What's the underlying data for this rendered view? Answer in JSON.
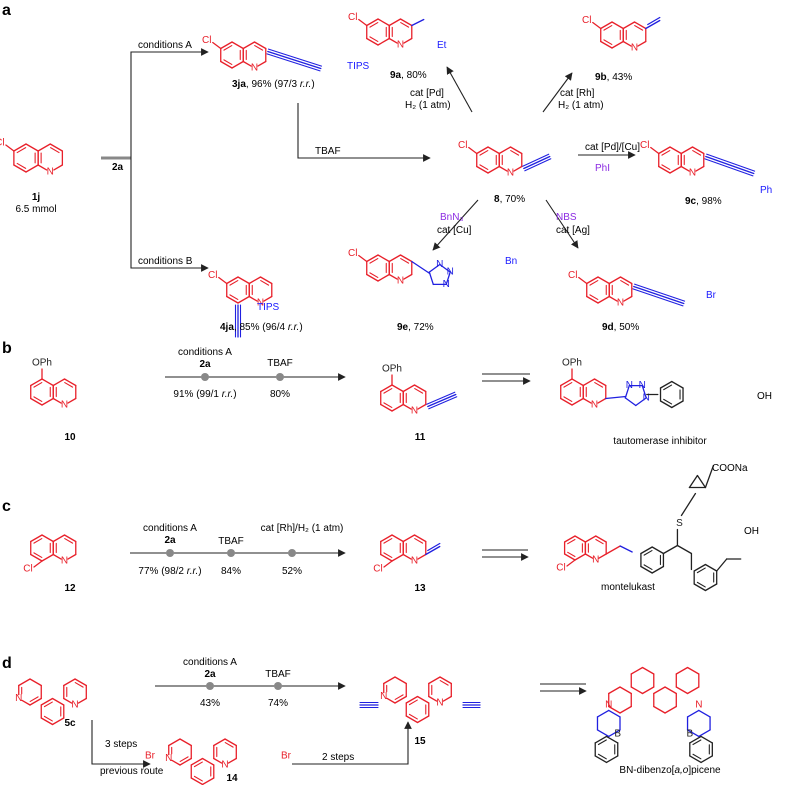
{
  "panels": {
    "a": "a",
    "b": "b",
    "c": "c",
    "d": "d"
  },
  "atoms": {
    "cl": "Cl",
    "n": "N",
    "o": "O",
    "s": "S",
    "b": "B",
    "br": "Br"
  },
  "panel_a": {
    "start_id": "1j",
    "start_amount": "6.5 mmol",
    "reagent_main": "2a",
    "cond_A": "conditions A",
    "cond_B": "conditions B",
    "tbaf": "TBAF",
    "tips": "TIPS",
    "p3ja_id": "3ja",
    "p3ja_rest": ", 96% (97/3 ",
    "rr": "r.r.",
    "close": ")",
    "p4ja_id": "4ja",
    "p4ja_rest": ", 85% (96/4 ",
    "p8_id": "8",
    "p8_rest": ", 70%",
    "p9a_id": "9a",
    "p9a_rest": ", 80%",
    "p9a_sub": "Et",
    "p9a_cat": "cat [Pd]",
    "p9a_h2": "H₂ (1 atm)",
    "p9b_id": "9b",
    "p9b_rest": ", 43%",
    "p9b_cat": "cat [Rh]",
    "p9b_h2": "H₂ (1 atm)",
    "p9c_id": "9c",
    "p9c_rest": ", 98%",
    "p9c_cat": "cat [Pd]/[Cu]",
    "p9c_reagent": "PhI",
    "p9c_sub": "Ph",
    "p9d_id": "9d",
    "p9d_rest": ", 50%",
    "p9d_reagent": "NBS",
    "p9d_cat": "cat [Ag]",
    "p9d_sub": "Br",
    "p9e_id": "9e",
    "p9e_rest": ", 72%",
    "p9e_reagent": "BnN₃",
    "p9e_cat": "cat [Cu]",
    "p9e_sub": "Bn"
  },
  "panel_b": {
    "start_id": "10",
    "start_sub": "OPh",
    "cond": "conditions A",
    "reagent": "2a",
    "yield1": "91% (99/1 ",
    "rr": "r.r.",
    "close": ")",
    "step2": "TBAF",
    "yield2": "80%",
    "prod_id": "11",
    "target_name": "tautomerase inhibitor",
    "target_oh": "OH"
  },
  "panel_c": {
    "start_id": "12",
    "cond": "conditions A",
    "reagent": "2a",
    "yield1": "77% (98/2 ",
    "rr": "r.r.",
    "close": ")",
    "step2": "TBAF",
    "yield2": "84%",
    "step3": "cat [Rh]/H₂ (1 atm)",
    "yield3": "52%",
    "prod_id": "13",
    "target_name": "montelukast",
    "coona": "COONa",
    "oh": "OH"
  },
  "panel_d": {
    "start_id": "5c",
    "cond": "conditions A",
    "reagent": "2a",
    "yield1": "43%",
    "step2": "TBAF",
    "yield2": "74%",
    "prod_id": "15",
    "steps3": "3 steps",
    "prev_route": "previous route",
    "int_id": "14",
    "steps2": "2 steps",
    "target_pre": "BN-dibenzo[",
    "target_it": "a,o",
    "target_post": "]picene"
  }
}
